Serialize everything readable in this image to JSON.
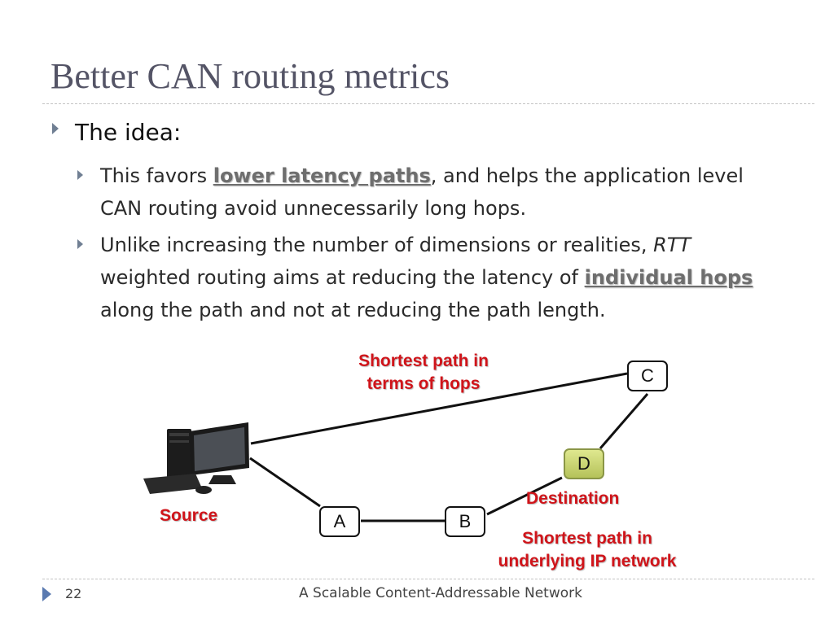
{
  "slide": {
    "title": "Better CAN routing metrics",
    "bullet": "The idea:",
    "sub1": {
      "pre": "This favors ",
      "u": "lower latency paths",
      "post": ", and helps the application level CAN routing avoid unnecessarily long hops."
    },
    "sub2": {
      "pre": "Unlike increasing the number of dimensions or realities, ",
      "em": "RTT",
      "mid": " weighted routing aims at reducing the latency of ",
      "u": "individual hops",
      "post": " along the path and not at reducing the path length."
    }
  },
  "diagram": {
    "nodes": {
      "a": "A",
      "b": "B",
      "c": "C",
      "d": "D"
    },
    "labels": {
      "hops_line1": "Shortest path in",
      "hops_line2": "terms of hops",
      "source": "Source",
      "destination": "Destination",
      "ip_line1": "Shortest path in",
      "ip_line2": "underlying IP network"
    }
  },
  "footer": {
    "page": "22",
    "title": "A Scalable Content-Addressable Network"
  },
  "colors": {
    "title": "#545466",
    "label_red": "#d0141a",
    "bullet": "#707f93",
    "node_d": "#c7d172"
  }
}
